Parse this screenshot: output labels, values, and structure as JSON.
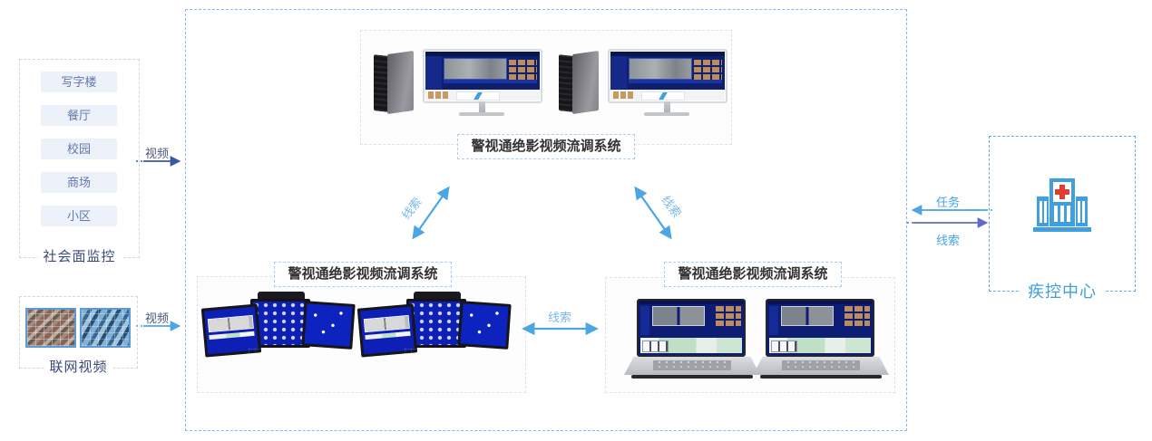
{
  "left_panel": {
    "title": "社会面监控",
    "items": [
      "写字楼",
      "餐厅",
      "校园",
      "商场",
      "小区"
    ]
  },
  "network_video_panel": {
    "title": "联网视频",
    "thumbnails": [
      "video-wall-mosaic-warm",
      "video-wall-mosaic-blue"
    ]
  },
  "platform": {
    "systems": [
      {
        "label": "警视通绝影视频流调系统",
        "device_icon": "desktop-workstation"
      },
      {
        "label": "警视通绝影视频流调系统",
        "device_icon": "portable-tri-screen-workstation"
      },
      {
        "label": "警视通绝影视频流调系统",
        "device_icon": "laptop"
      }
    ]
  },
  "cdc_panel": {
    "title": "疾控中心",
    "icon": "hospital-icon"
  },
  "edge_labels": {
    "video_from_monitoring": "视频",
    "video_from_network": "视频",
    "clue_diagonal_left": "线索",
    "clue_diagonal_right": "线索",
    "clue_between_bottom": "线索",
    "task_to_platform": "任务",
    "clue_to_cdc": "线索"
  },
  "colors": {
    "arrow_blue": "#4da6e4",
    "arrow_navy": "#3a57a7",
    "arrow_indigo": "#5f6cc6",
    "label_light_blue": "#45a5e3",
    "label_dark": "#4b5878",
    "panel_item_bg": "#edf1fa",
    "panel_item_text": "#6277ad",
    "platform_border": "#86b7f7",
    "cdc_border": "#5fade9",
    "hospital_blue": "#3f9fe0",
    "cross_red": "#e23b30"
  }
}
